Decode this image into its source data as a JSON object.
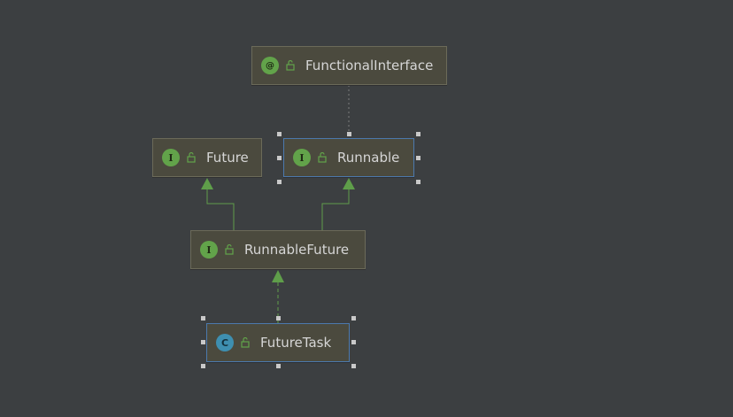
{
  "nodes": {
    "functional_interface": {
      "label": "FunctionalInterface",
      "badge": "@",
      "kind": "annotation"
    },
    "future": {
      "label": "Future",
      "badge": "I",
      "kind": "interface"
    },
    "runnable": {
      "label": "Runnable",
      "badge": "I",
      "kind": "interface"
    },
    "runnable_future": {
      "label": "RunnableFuture",
      "badge": "I",
      "kind": "interface"
    },
    "future_task": {
      "label": "FutureTask",
      "badge": "C",
      "kind": "class"
    }
  },
  "edges": [
    {
      "from": "runnable",
      "to": "functional_interface",
      "type": "annotated-by"
    },
    {
      "from": "runnable_future",
      "to": "future",
      "type": "extends"
    },
    {
      "from": "runnable_future",
      "to": "runnable",
      "type": "extends"
    },
    {
      "from": "future_task",
      "to": "runnable_future",
      "type": "implements"
    }
  ],
  "colors": {
    "background": "#3c3f41",
    "node_fill": "#4b4a3e",
    "extends_arrow": "#5f9e4a",
    "selection_border": "#4c79ad",
    "annotation_line": "#7d7d7d"
  },
  "icons": {
    "annotation": "annotation-icon",
    "interface": "interface-icon",
    "class": "class-icon",
    "visibility": "open-lock-icon"
  }
}
